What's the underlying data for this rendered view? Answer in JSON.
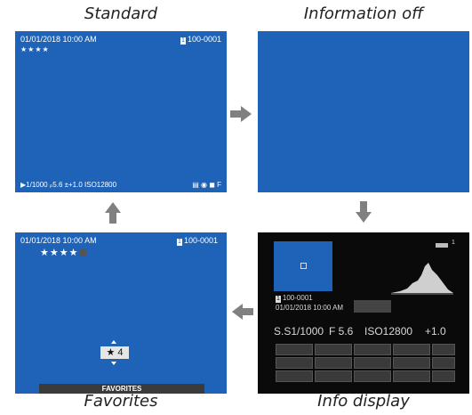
{
  "captions": {
    "standard": "Standard",
    "info_off": "Information off",
    "info_display": "Info display",
    "favorites": "Favorites"
  },
  "standard": {
    "datetime": "01/01/2018 10:00 AM",
    "frame": "100-0001",
    "stars": "★★★★",
    "bottom_bar": "▶1/1000  ₚ5.6  ±+1.0  ISO12800"
  },
  "info": {
    "frame": "100-0001",
    "datetime": "01/01/2018 10:00 AM",
    "shutter": "S.S1/1000",
    "aperture": "F 5.6",
    "iso": "ISO12800",
    "ev": "+1.0"
  },
  "favorites": {
    "datetime": "01/01/2018 10:00 AM",
    "frame": "100-0001",
    "stars": "★★★★",
    "rating": "★ 4",
    "bar_label": "FAVORITES"
  },
  "colors": {
    "screen_blue": "#1e63b8",
    "arrow_gray": "#808080",
    "info_bg": "#0a0a0a"
  }
}
